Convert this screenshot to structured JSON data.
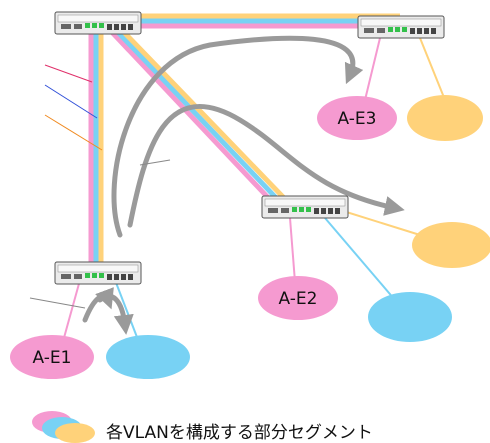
{
  "colors": {
    "vlan_pink": "#f59ad0",
    "vlan_blue": "#78d2f4",
    "vlan_yellow": "#ffd27a",
    "flow_gray": "#9a9a9a",
    "callout_red": "#e0306a",
    "callout_blue": "#3050d8",
    "callout_orange": "#f08a20",
    "switch_body": "#ebebeb",
    "port_green": "#33c04a"
  },
  "nodes": {
    "e1": {
      "label": "A-E1"
    },
    "e2": {
      "label": "A-E2"
    },
    "e3": {
      "label": "A-E3"
    }
  },
  "legend": {
    "text": "各VLANを構成する部分セグメント"
  }
}
